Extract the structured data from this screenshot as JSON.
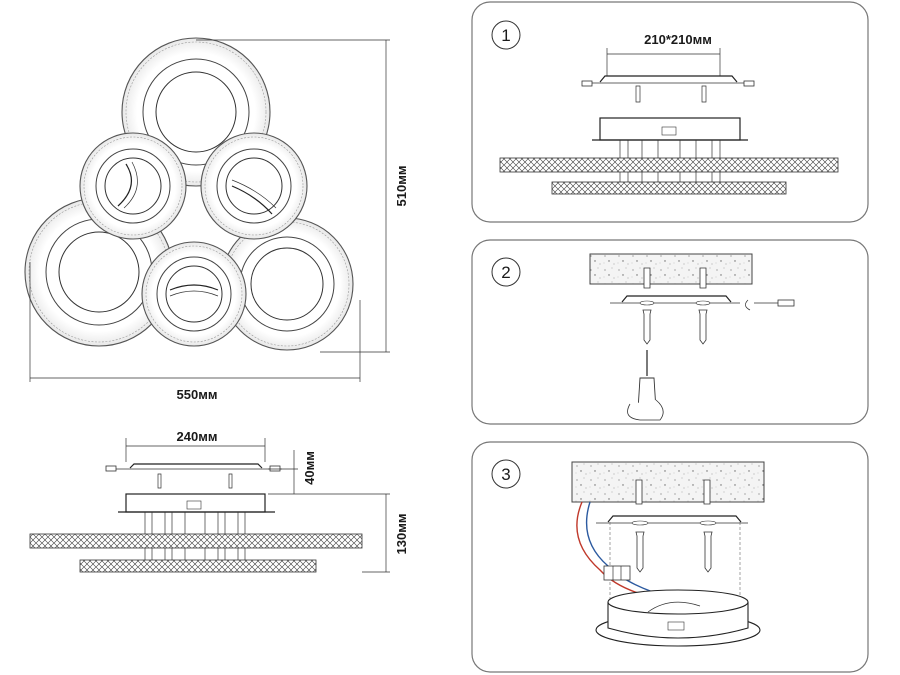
{
  "dimensions": {
    "width_total": "550мм",
    "height_total": "510мм",
    "base_width": "240мм",
    "base_height": "40мм",
    "total_height": "130мм",
    "mount_plate": "210*210мм"
  },
  "steps": [
    {
      "number": "1"
    },
    {
      "number": "2"
    },
    {
      "number": "3"
    }
  ]
}
